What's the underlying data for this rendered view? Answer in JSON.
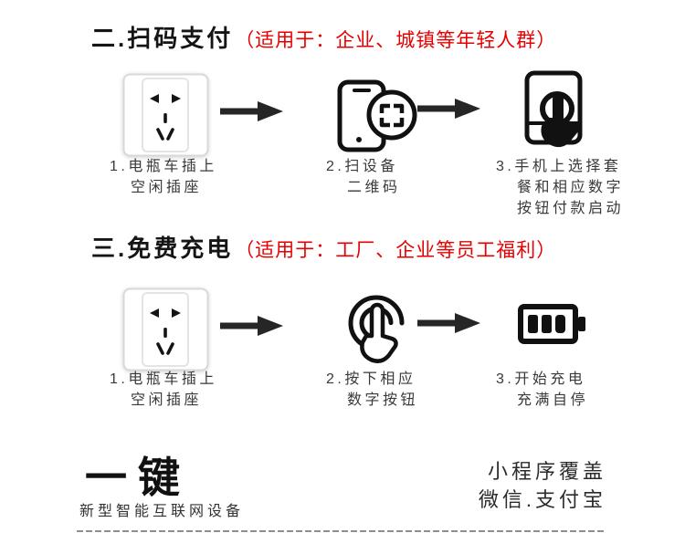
{
  "colors": {
    "accent_red": "#e60000",
    "ink": "#151515",
    "caption": "#3a3a3a"
  },
  "sections": [
    {
      "title": "二.扫码支付",
      "subtitle": "（适用于：企业、城镇等年轻人群）",
      "steps": [
        {
          "icon": "socket-icon",
          "lines": [
            "1.电瓶车插上",
            "空闲插座"
          ]
        },
        {
          "icon": "phone-qr-icon",
          "lines": [
            "2.扫设备",
            "二维码"
          ]
        },
        {
          "icon": "phone-tap-icon",
          "lines": [
            "3.手机上选择套",
            "餐和相应数字",
            "按钮付款启动"
          ]
        }
      ]
    },
    {
      "title": "三.免费充电",
      "subtitle": "（适用于：工厂、企业等员工福利）",
      "steps": [
        {
          "icon": "socket-icon",
          "lines": [
            "1.电瓶车插上",
            "空闲插座"
          ]
        },
        {
          "icon": "touch-icon",
          "lines": [
            "2.按下相应",
            "数字按钮"
          ]
        },
        {
          "icon": "battery-icon",
          "lines": [
            "3.开始充电",
            "充满自停"
          ]
        }
      ]
    }
  ],
  "footer": {
    "brand": "一键",
    "brand_subtitle": "新型智能互联网设备",
    "right_line1": "小程序覆盖",
    "right_line2": "微信.支付宝"
  }
}
